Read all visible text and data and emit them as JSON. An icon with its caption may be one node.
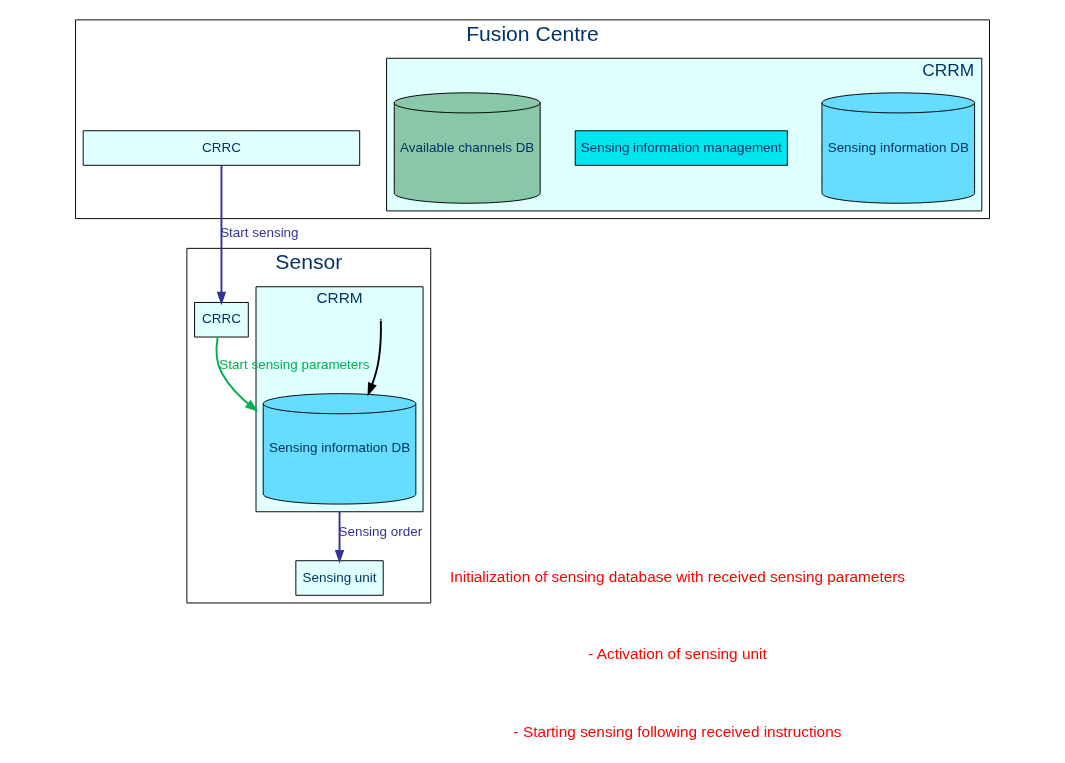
{
  "diagram": {
    "nodes": [
      {
        "text": [
          "Sensor"
        ]
      },
      {
        "text": [
          "CRRM"
        ],
        "in": 0
      },
      {
        "text": [
          "Sensing information DB"
        ],
        "in": 1
      },
      {
        "text": [
          "Sensing unit"
        ],
        "in": 0
      },
      {
        "text": [
          "CRRC"
        ],
        "in": 0
      },
      {
        "text": [
          "Fusion Centre"
        ]
      },
      {
        "text": [
          "CRRM"
        ],
        "in": 5
      },
      {
        "text": [
          "Sensing information DB"
        ],
        "in": 6
      },
      {
        "text": [
          "Sensing information management"
        ],
        "in": 6
      },
      {
        "text": [
          "Available channels DB"
        ],
        "in": 6
      },
      {
        "text": [
          "CRRC"
        ],
        "in": 5
      }
    ],
    "edges": [
      {
        "from": 1,
        "to": 3,
        "arrow": "to",
        "label": "Sensing order",
        "color": "#333399"
      },
      {
        "from": 4,
        "to": 1,
        "arrow": "to",
        "label": "Start sensing parameters",
        "color": "#00b050"
      },
      {
        "from": null,
        "to": 2,
        "arrow": "to",
        "color": "#000000"
      },
      {
        "from": 10,
        "to": 4,
        "arrow": "to",
        "label": "Start sensing",
        "color": "#333399"
      }
    ],
    "labels": [
      "Initialization of sensing database with received sensing parameters",
      "- Activation of sensing unit",
      "- Starting sensing following received instructions"
    ]
  }
}
